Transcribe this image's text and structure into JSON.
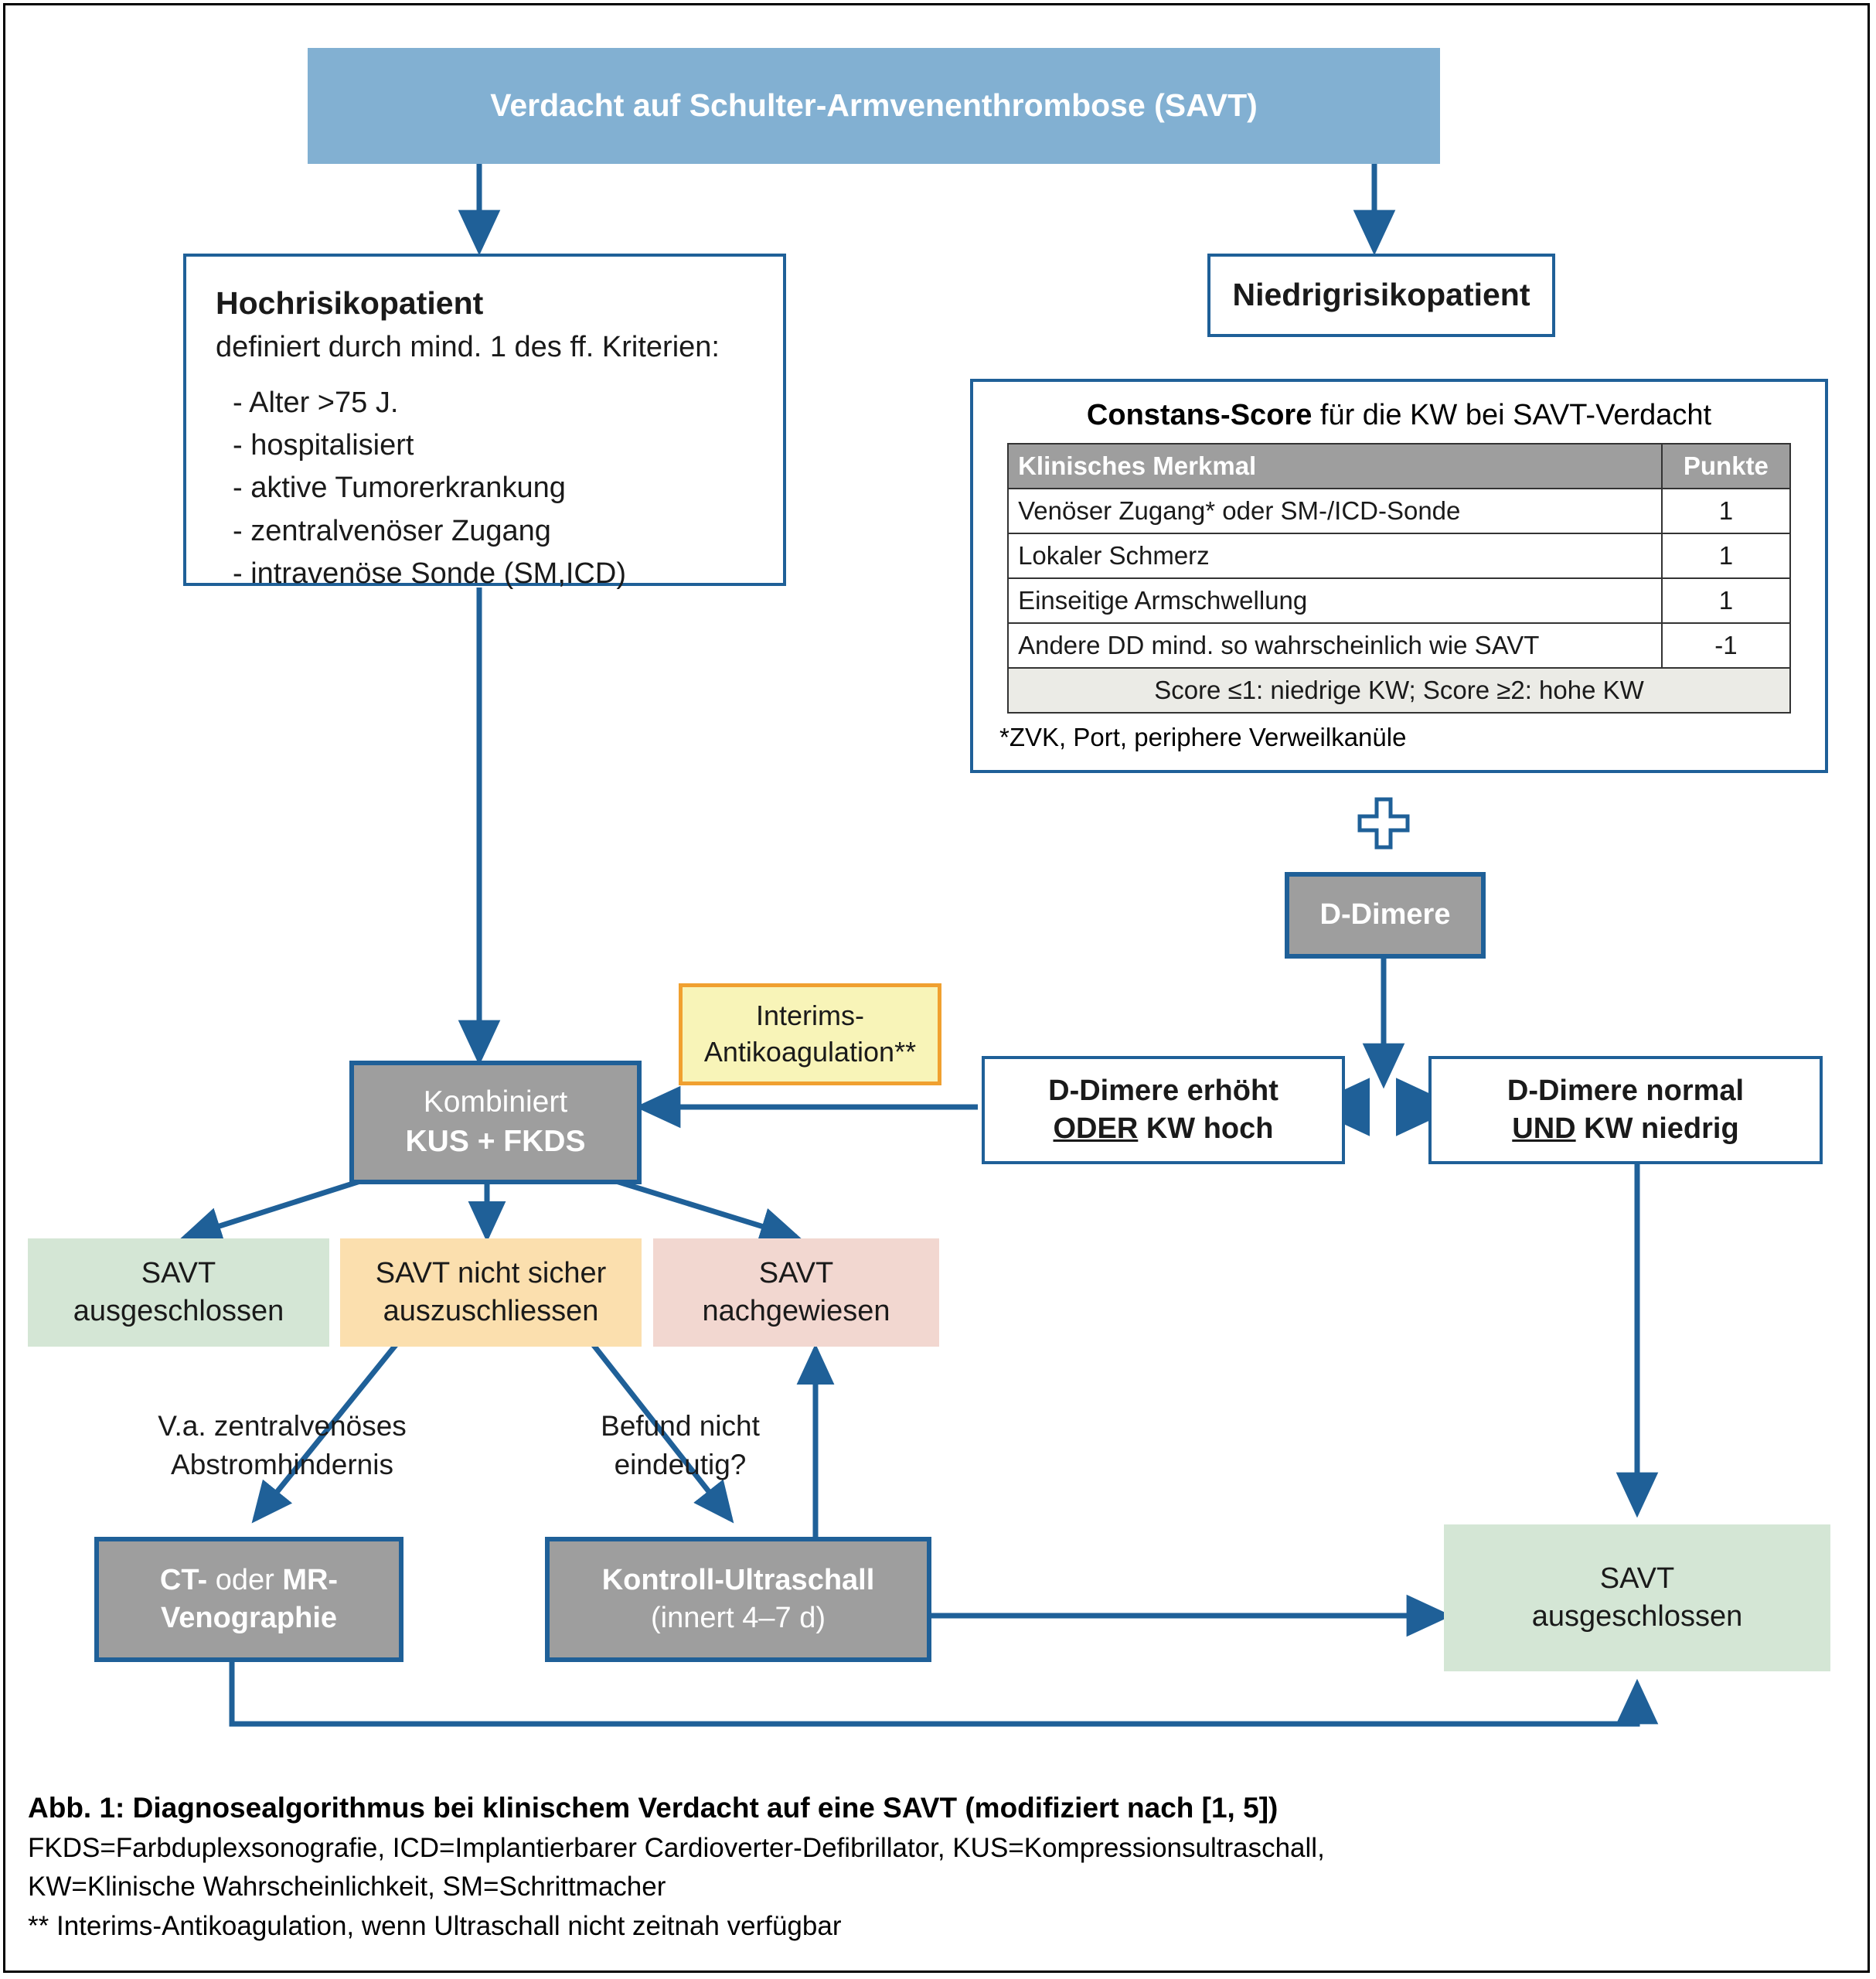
{
  "title_box": {
    "label": "Verdacht auf Schulter-Armvenenthrombose (SAVT)",
    "color": "#82b0d2"
  },
  "high_risk": {
    "heading": "Hochrisikopatient",
    "subheading": "definiert durch mind. 1 des ff. Kriterien:",
    "criteria": [
      "- Alter >75 J.",
      "- hospitalisiert",
      "- aktive Tumorerkrankung",
      "- zentralvenöser Zugang",
      "- intravenöse Sonde (SM,ICD)"
    ]
  },
  "low_risk": {
    "label": "Niedrigrisikopatient"
  },
  "score_panel": {
    "caption_bold": "Constans-Score",
    "caption_rest": " für die KW bei SAVT-Verdacht",
    "columns": [
      "Klinisches Merkmal",
      "Punkte"
    ],
    "rows": [
      {
        "merkmal": "Venöser Zugang* oder SM-/ICD-Sonde",
        "punkte": "1"
      },
      {
        "merkmal": "Lokaler Schmerz",
        "punkte": "1"
      },
      {
        "merkmal": "Einseitige Armschwellung",
        "punkte": "1"
      },
      {
        "merkmal": "Andere DD mind. so wahrscheinlich wie SAVT",
        "punkte": "-1"
      }
    ],
    "footer_row": "Score ≤1: niedrige KW; Score ≥2: hohe KW",
    "note": "*ZVK, Port, periphere Verweilkanüle"
  },
  "plus_icon": "plus-sign",
  "ddimer": {
    "label": "D-Dimere"
  },
  "ddimer_high": {
    "line1": "D-Dimere erhöht",
    "line2_underline": "ODER",
    "line2_rest": " KW hoch"
  },
  "ddimer_normal": {
    "line1": "D-Dimere normal",
    "line2_underline": "UND",
    "line2_rest": " KW niedrig"
  },
  "interim": {
    "line1": "Interims-",
    "line2": "Antikoagulation**"
  },
  "combined": {
    "line1": "Kombiniert",
    "line2": "KUS + FKDS"
  },
  "outcomes": [
    {
      "line1": "SAVT",
      "line2": "ausgeschlossen",
      "color": "#d4e6d5"
    },
    {
      "line1": "SAVT nicht sicher",
      "line2": "auszuschliessen",
      "color": "#fbdfae"
    },
    {
      "line1": "SAVT",
      "line2": "nachgewiesen",
      "color": "#f2d7d0"
    }
  ],
  "annotations": [
    {
      "line1": "V.a. zentralvenöses",
      "line2": "Abstromhindernis"
    },
    {
      "line1": "Befund nicht",
      "line2": "eindeutig?"
    }
  ],
  "ct_mr": {
    "bold1": "CT-",
    "regular": " oder ",
    "bold2": "MR-",
    "line2": "Venographie"
  },
  "control_us": {
    "line1": "Kontroll-Ultraschall",
    "line2": "(innert 4–7 d)"
  },
  "final_excluded": {
    "line1": "SAVT",
    "line2": "ausgeschlossen"
  },
  "caption": {
    "line1": "Abb. 1: Diagnosealgorithmus bei klinischem Verdacht auf eine SAVT (modifiziert nach [1, 5])",
    "line2": "FKDS=Farbduplexsonografie, ICD=Implantierbarer Cardioverter-Defibrillator, KUS=Kompressionsultraschall,",
    "line3": "KW=Klinische Wahrscheinlichkeit, SM=Schrittmacher",
    "line4": "** Interims-Antikoagulation, wenn Ultraschall nicht zeitnah verfügbar"
  },
  "colors": {
    "arrow": "#1f6098",
    "gray_fill": "#9e9e9e",
    "yellow_fill": "#f8f4b8",
    "orange_border": "#f0a030"
  }
}
